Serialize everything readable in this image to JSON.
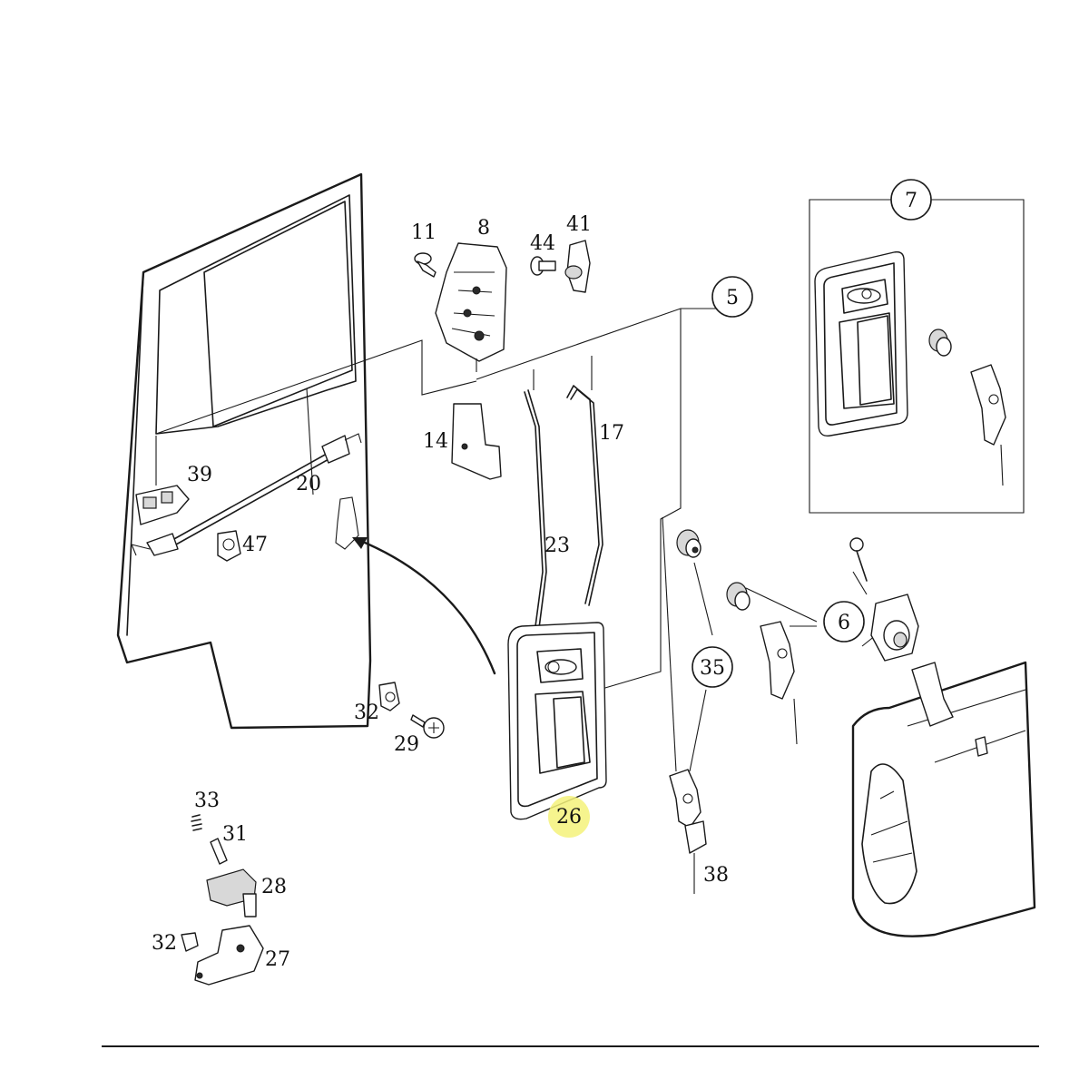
{
  "labels": {
    "l5": "5",
    "l6": "6",
    "l7": "7",
    "l8": "8",
    "l11": "11",
    "l14": "14",
    "l17": "17",
    "l20": "20",
    "l23": "23",
    "l26": "26",
    "l27": "27",
    "l28": "28",
    "l29": "29",
    "l31": "31",
    "l32a": "32",
    "l32b": "32",
    "l33": "33",
    "l35": "35",
    "l38": "38",
    "l39": "39",
    "l41": "41",
    "l44": "44",
    "l47": "47"
  },
  "highlight_color": "#f4f27a"
}
